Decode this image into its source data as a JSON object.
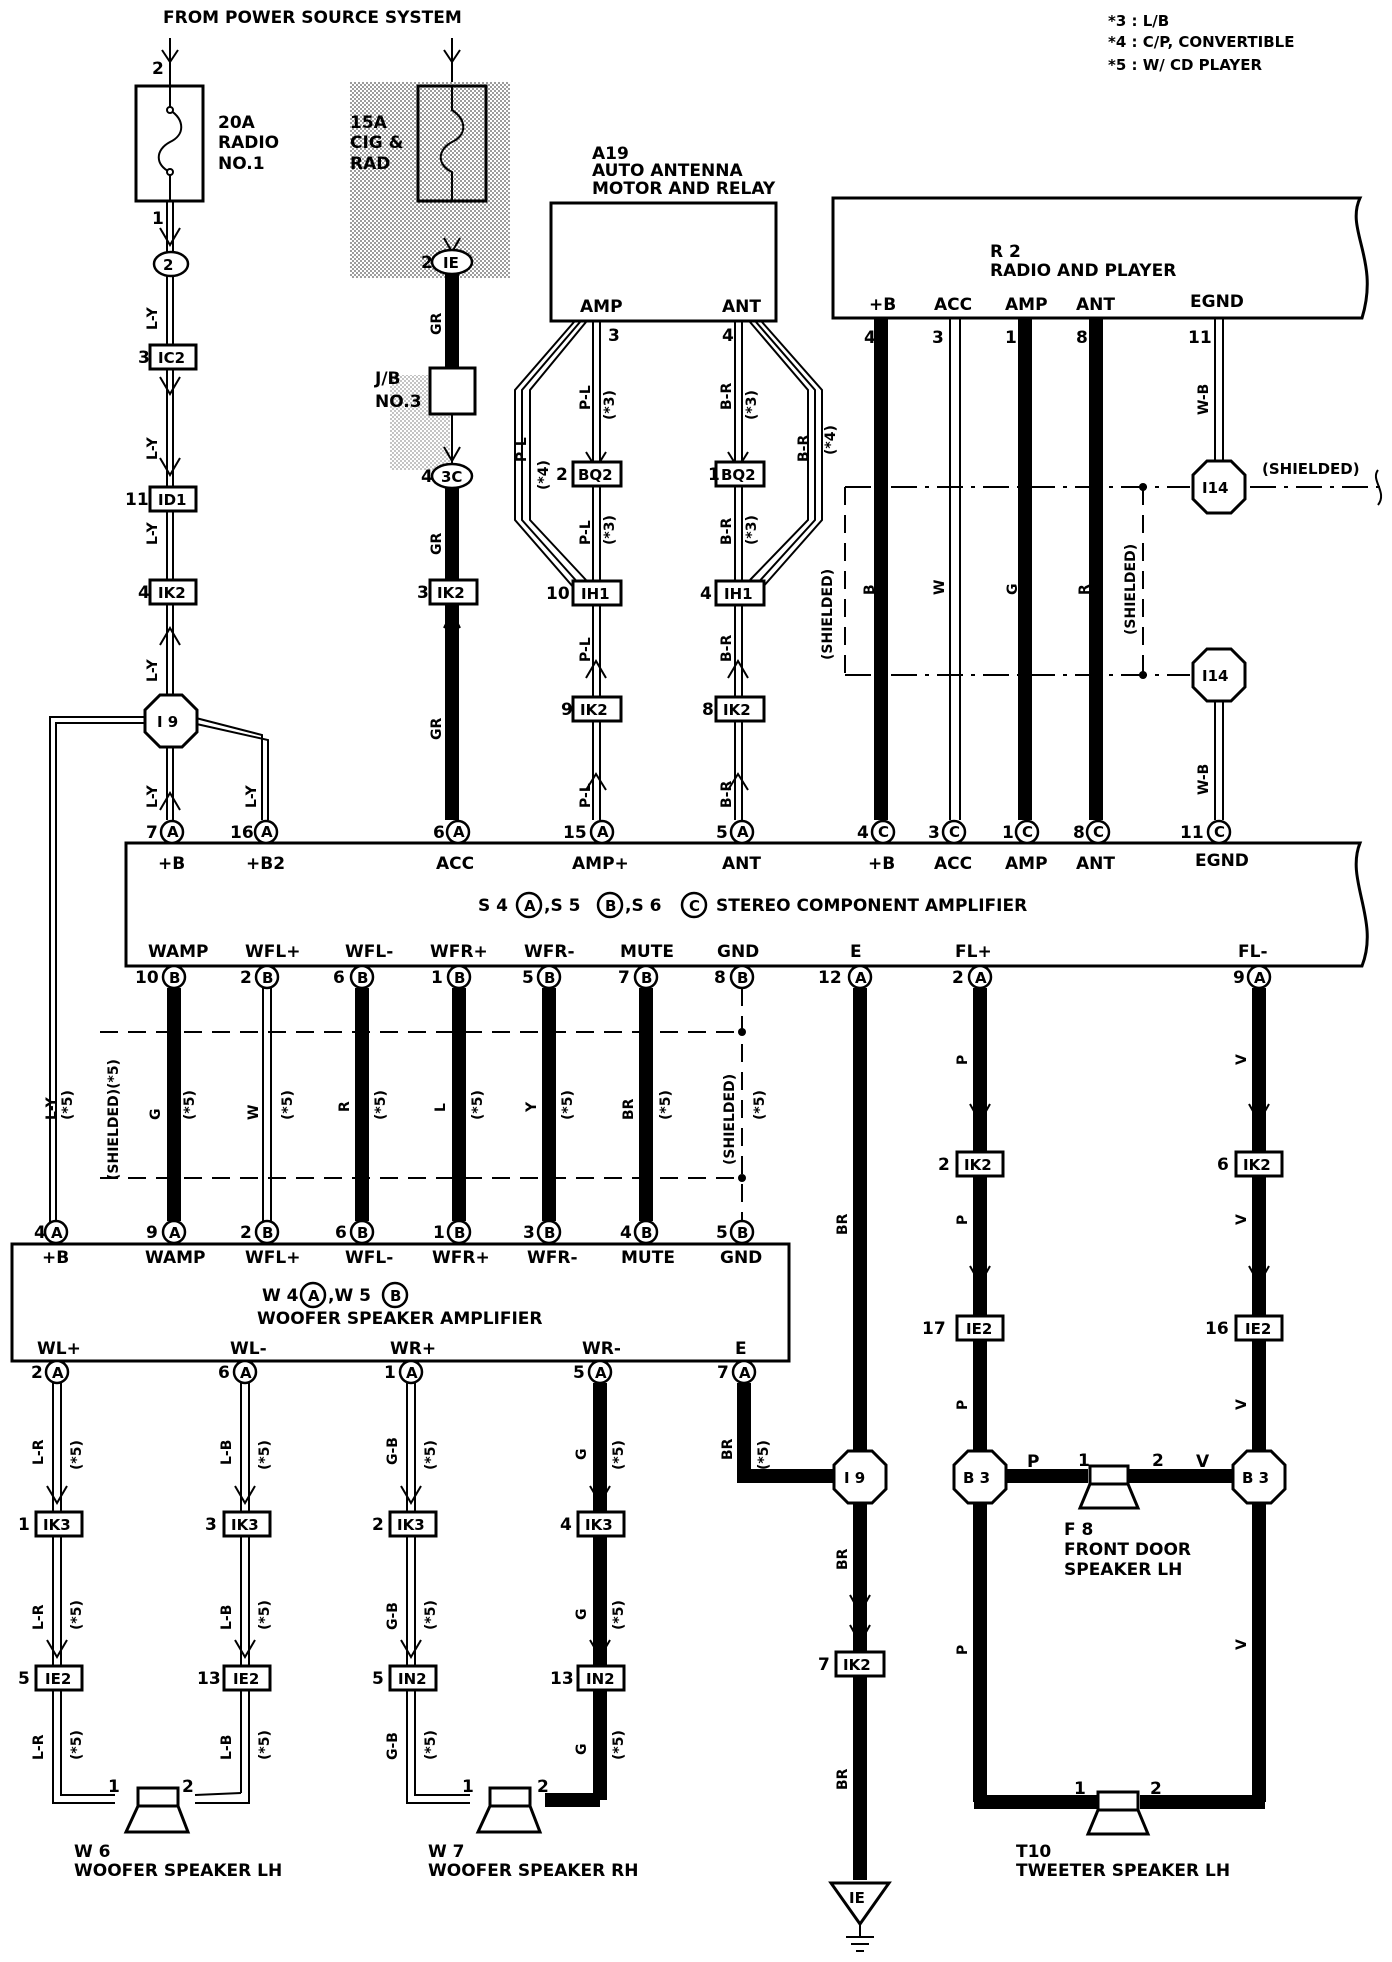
{
  "header": {
    "source": "FROM POWER SOURCE SYSTEM",
    "note_3": "*3 : L/B",
    "note_4": "*4 : C/P, CONVERTIBLE",
    "note_5": "*5 : W/ CD PLAYER"
  },
  "fuses": {
    "radio": {
      "l1": "20A",
      "l2": "RADIO",
      "l3": "NO.1",
      "pin_top": "2",
      "pin_bot": "1"
    },
    "cig": {
      "l1": "15A",
      "l2": "CIG &",
      "l3": "RAD"
    }
  },
  "jb": {
    "l1": "J/B",
    "l2": "NO.3"
  },
  "a19": {
    "id": "A19",
    "l1": "AUTO ANTENNA",
    "l2": "MOTOR AND RELAY",
    "amp": "AMP",
    "ant": "ANT",
    "pin_amp": "3",
    "pin_ant": "4"
  },
  "r2": {
    "id": "R 2",
    "name": "RADIO AND PLAYER",
    "pins": [
      "+B",
      "ACC",
      "AMP",
      "ANT",
      "EGND"
    ],
    "nums": [
      "4",
      "3",
      "1",
      "8",
      "11"
    ]
  },
  "amp": {
    "title": "STEREO COMPONENT AMPLIFIER",
    "pre": [
      "S 4",
      ",S 5",
      ",S 6"
    ],
    "letters": [
      "A",
      "B",
      "C"
    ],
    "top_pins": [
      "+B",
      "+B2",
      "ACC",
      "AMP+",
      "ANT",
      "+B",
      "ACC",
      "AMP",
      "ANT",
      "EGND"
    ],
    "top_nums": [
      "7",
      "16",
      "6",
      "15",
      "5",
      "4",
      "3",
      "1",
      "8",
      "11"
    ],
    "top_letters": [
      "A",
      "A",
      "A",
      "A",
      "A",
      "C",
      "C",
      "C",
      "C",
      "C"
    ],
    "bot_pins": [
      "WAMP",
      "WFL+",
      "WFL-",
      "WFR+",
      "WFR-",
      "MUTE",
      "GND",
      "E",
      "FL+",
      "FL-"
    ],
    "bot_nums": [
      "10",
      "2",
      "6",
      "1",
      "5",
      "7",
      "8",
      "12",
      "2",
      "9"
    ],
    "bot_letters": [
      "B",
      "B",
      "B",
      "B",
      "B",
      "B",
      "B",
      "A",
      "A",
      "A"
    ]
  },
  "woofer_amp": {
    "title": "WOOFER SPEAKER AMPLIFIER",
    "pre": [
      "W 4",
      ",W 5"
    ],
    "letters": [
      "A",
      "B"
    ],
    "top_pins": [
      "+B",
      "WAMP",
      "WFL+",
      "WFL-",
      "WFR+",
      "WFR-",
      "MUTE",
      "GND"
    ],
    "top_nums": [
      "4",
      "9",
      "2",
      "6",
      "1",
      "3",
      "4",
      "5"
    ],
    "top_letters": [
      "A",
      "A",
      "B",
      "B",
      "B",
      "B",
      "B",
      "B"
    ],
    "bot_pins": [
      "WL+",
      "WL-",
      "WR+",
      "WR-",
      "E"
    ],
    "bot_nums": [
      "2",
      "6",
      "1",
      "5",
      "7"
    ],
    "bot_letters": [
      "A",
      "A",
      "A",
      "A",
      "A"
    ]
  },
  "connectors": {
    "ic2": "IC2",
    "id1": "ID1",
    "ik2": "IK2",
    "ie": "IE",
    "c3": "3C",
    "bq2": "BQ2",
    "ih1": "IH1",
    "i9": "I 9",
    "i14": "I14",
    "ik3": "IK3",
    "ie2": "IE2",
    "in2": "IN2",
    "b3": "B 3",
    "c2": "2"
  },
  "pins": {
    "n1": "1",
    "n2": "2",
    "n3": "3",
    "n4": "4",
    "n5": "5",
    "n6": "6",
    "n7": "7",
    "n8": "8",
    "n9": "9",
    "n10": "10",
    "n11": "11",
    "n13": "13",
    "n16": "16",
    "n17": "17"
  },
  "wire_colors": {
    "ly": "L-Y",
    "gr": "GR",
    "pl": "P-L",
    "br_": "B-R",
    "b": "B",
    "w": "W",
    "g": "G",
    "r": "R",
    "wb": "W-B",
    "l": "L",
    "y": "Y",
    "br": "BR",
    "p": "P",
    "v": "V",
    "lr": "L-R",
    "lb": "L-B",
    "gb": "G-B"
  },
  "marks": {
    "s3": "(*3)",
    "s4": "(*4)",
    "s5": "(*5)",
    "shielded": "(SHIELDED)",
    "shielded5": "(SHIELDED)(*5)"
  },
  "speakers": {
    "w6": {
      "id": "W 6",
      "name": "WOOFER SPEAKER LH"
    },
    "w7": {
      "id": "W 7",
      "name": "WOOFER SPEAKER RH"
    },
    "f8": {
      "id": "F 8",
      "l1": "FRONT DOOR",
      "l2": "SPEAKER LH"
    },
    "t10": {
      "id": "T10",
      "name": "TWEETER SPEAKER LH"
    }
  },
  "colors": {
    "wire": "#000000",
    "background": "#ffffff",
    "fuse_shade": "#bbbbbb"
  }
}
